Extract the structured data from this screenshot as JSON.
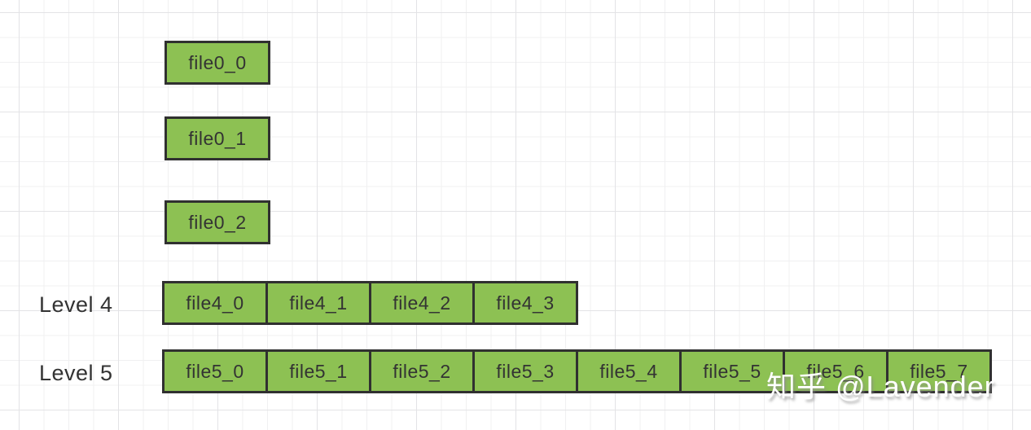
{
  "colors": {
    "box_fill": "#8dc153",
    "box_border": "#303030",
    "text_color": "#333333",
    "grid_minor": "#f0f0f1",
    "grid_major": "#e3e3e6",
    "watermark_color": "#ffffff"
  },
  "level0": {
    "files": [
      "file0_0",
      "file0_1",
      "file0_2"
    ]
  },
  "levels": [
    {
      "name": "Level 4",
      "files": [
        "file4_0",
        "file4_1",
        "file4_2",
        "file4_3"
      ]
    },
    {
      "name": "Level 5",
      "files": [
        "file5_0",
        "file5_1",
        "file5_2",
        "file5_3",
        "file5_4",
        "file5_5",
        "file5_6",
        "file5_7"
      ]
    }
  ],
  "watermark": "知乎 @Lavender"
}
